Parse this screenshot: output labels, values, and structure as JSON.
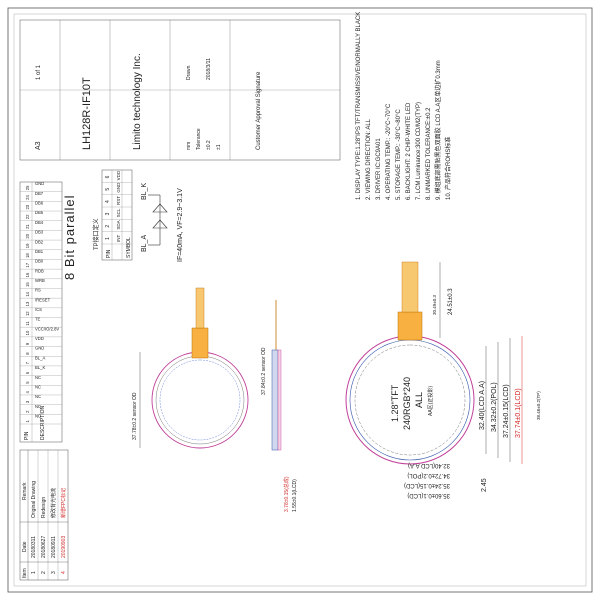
{
  "revision": {
    "header": [
      "Item",
      "Date",
      "Remark"
    ],
    "rows": [
      [
        "1",
        "20180311",
        "Original Drawing"
      ],
      [
        "2",
        "20180627",
        "Redesign"
      ],
      [
        "3",
        "20180911",
        "修改背光电流"
      ],
      [
        "4",
        "20190903",
        "新增FPC标记"
      ]
    ]
  },
  "pins": {
    "header": [
      "PIN",
      "DESCRIPTION"
    ],
    "rows": [
      [
        "1",
        "NC"
      ],
      [
        "2",
        "NC"
      ],
      [
        "3",
        "NC"
      ],
      [
        "4",
        "NC"
      ],
      [
        "5",
        "NC"
      ],
      [
        "6",
        "BL_K"
      ],
      [
        "7",
        "BL_A"
      ],
      [
        "8",
        "GND"
      ],
      [
        "9",
        "VDD"
      ],
      [
        "10",
        "VCC/IO/2.8V"
      ],
      [
        "11",
        "TE"
      ],
      [
        "12",
        "/CS"
      ],
      [
        "13",
        "/RESET"
      ],
      [
        "14",
        "RS"
      ],
      [
        "15",
        "WRB"
      ],
      [
        "16",
        "RDB"
      ],
      [
        "17",
        "DB0"
      ],
      [
        "18",
        "DB1"
      ],
      [
        "19",
        "DB2"
      ],
      [
        "20",
        "DB3"
      ],
      [
        "21",
        "DB4"
      ],
      [
        "22",
        "DB5"
      ],
      [
        "23",
        "DB6"
      ],
      [
        "24",
        "DB7"
      ],
      [
        "25",
        "GND"
      ]
    ]
  },
  "bus_title": "8 Bit parallel",
  "tp": {
    "title": "TP接口定义",
    "header": [
      "PIN",
      "SYMBOL"
    ],
    "rows": [
      [
        "1",
        "INT"
      ],
      [
        "2",
        "SDA"
      ],
      [
        "3",
        "SCL"
      ],
      [
        "4",
        "RST"
      ],
      [
        "5",
        "GND"
      ],
      [
        "6",
        "VDD"
      ]
    ]
  },
  "backlight": {
    "bl_a": "BL_A",
    "bl_k": "BL_K",
    "spec": "IF=40mA, VF=2.9~3.1V"
  },
  "company": "Limito technology Inc.",
  "model": "LH128R-IF10T",
  "title_block": {
    "size": "A3",
    "sheet": "1 of 1",
    "unit": "mm",
    "tolerance_label": "Tolerance",
    "tolerance": "±0.2",
    "angle": "±1",
    "drawn": "Drawn",
    "date": "2018/3/11",
    "approval": "Customer Approval Signature"
  },
  "dims": {
    "tp_od": "37.78±0.2 sensor OD",
    "tp_va": "37.84±0.2 sensor OD",
    "d1": "3.78±0.15(总成)",
    "d2": "1.55±0.1(LCD)",
    "d3": "2.45",
    "h1": "32.40(LCD A.A)",
    "h2": "34.32±0.2(POL)",
    "h3": "37.24±0.15(LCD)",
    "h4": "37.74±0.1(LCD)",
    "h5": "38.46±0.2(TP)",
    "v1": "35.60±0.1(LCD)",
    "v2": "35.24±0.15(LCD)",
    "v3": "34.72±0.2(POL)",
    "v4": "32.40(LCD A.A)",
    "f1": "24.51±0.3",
    "f2": "30.49±0.3"
  },
  "display": {
    "line1": "1.28\"TFT",
    "line2": "240RGB*240",
    "line3": "ALL",
    "line4": "AA区(正投影)"
  },
  "notes": [
    "1. DISPLAY TYPE:1.28\"IPS TFT/TRANSMISSIVE/NORMALLY BLACK",
    "2. VIEWING DIRECTION: ALL",
    "3. DRIVER IC:GC9A01",
    "4. OPERATING TEMP.: -20°C~70°C",
    "5. STORAGE TEMP.: -30°C~80°C",
    "6. BACKLIGHT: 2 CHIP-WHITE LED",
    "7. LCM Luminance:300 CD/M2(TYP)",
    "8. UNMARKED TOLERANCE:±0.2",
    "9. 模组底部需贴黑色双面胶 LCD A.A区单边扩0.3mm",
    "10. 产品符合ROHS标准"
  ]
}
